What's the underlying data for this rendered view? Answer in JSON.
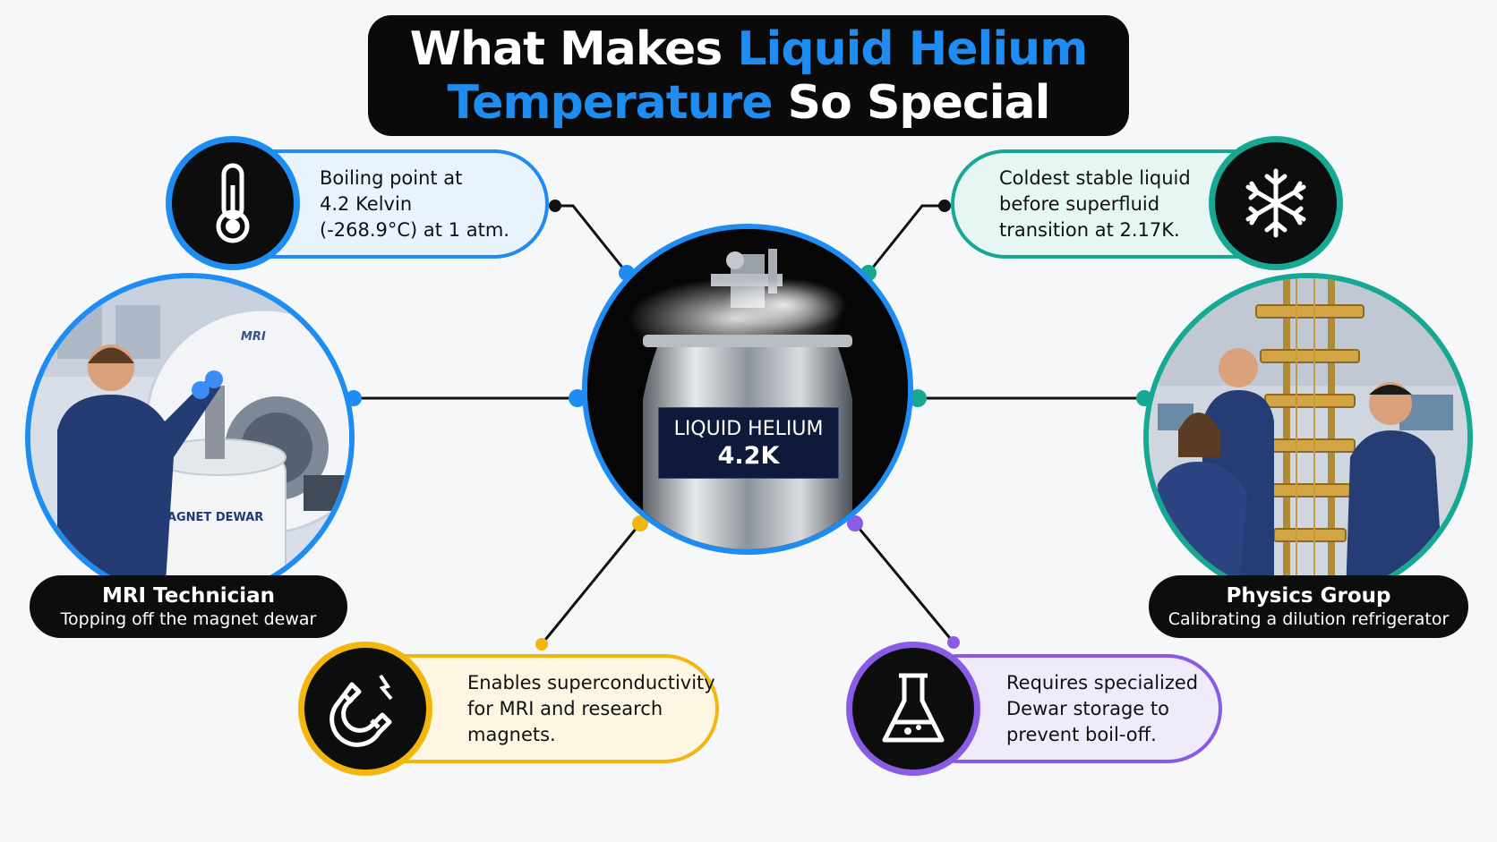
{
  "title": {
    "line1_plain": "What Makes ",
    "line1_accent": "Liquid Helium",
    "line2_accent": "Temperature",
    "line2_plain": " So Special"
  },
  "center": {
    "label_line1": "LIQUID HELIUM",
    "label_line2": "4.2K"
  },
  "facts": [
    {
      "text": "Boiling point at\n4.2 Kelvin\n(-268.9°C) at 1 atm.",
      "icon": "thermometer-icon",
      "color": "#1e8cf0",
      "fill": "#e8f3fd"
    },
    {
      "text": "Coldest stable liquid\nbefore superfluid\ntransition at 2.17K.",
      "icon": "snowflake-icon",
      "color": "#17a893",
      "fill": "#e6f6f2"
    },
    {
      "text": "Enables superconductivity\nfor MRI and research\nmagnets.",
      "icon": "magnet-icon",
      "color": "#f2b70f",
      "fill": "#fdf6e2"
    },
    {
      "text": "Requires specialized\nDewar storage to\nprevent boil-off.",
      "icon": "flask-icon",
      "color": "#8a5ce6",
      "fill": "#f0ebfb"
    }
  ],
  "photos": [
    {
      "title": "MRI Technician",
      "subtitle": "Topping off the magnet dewar",
      "sign1": "MRI",
      "sign2": "MAGNET DEWAR",
      "color": "#1e8cf0"
    },
    {
      "title": "Physics Group",
      "subtitle": "Calibrating a dilution refrigerator",
      "color": "#17a893"
    }
  ]
}
